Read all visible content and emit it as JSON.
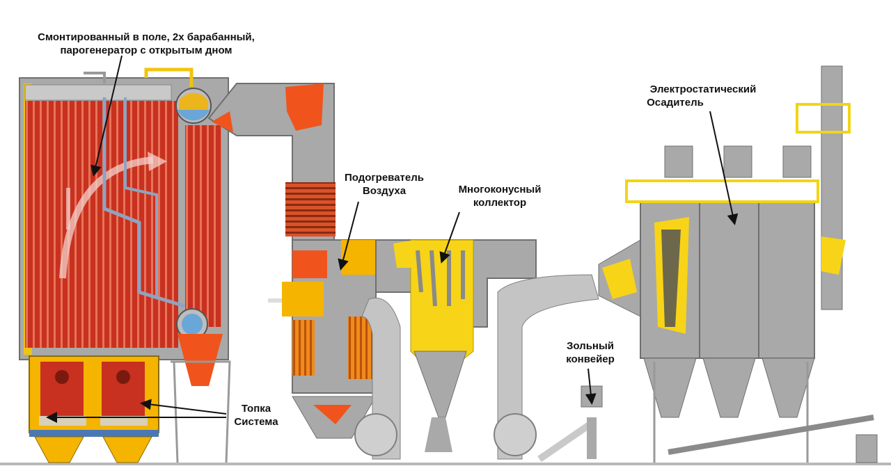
{
  "labels": {
    "boiler_line1": "Смонтированный в поле, 2х барабанный,",
    "boiler_line2": "парогенератор с открытым дном",
    "air_heater_line1": "Подогреватель",
    "air_heater_line2": "Воздуха",
    "multicone_line1": "Многоконусный",
    "multicone_line2": "коллектор",
    "esp_line1": "Электростатический",
    "esp_line2": "Осадитель",
    "ash_line1": "Зольный",
    "ash_line2": "конвейер",
    "furnace_line1": "Топка",
    "furnace_line2": "Система"
  },
  "colors": {
    "steel": "#a9a9a9",
    "steel_dark": "#7f7f7f",
    "boiler_red": "#c8311f",
    "hot_orange": "#f0541c",
    "flame_yellow": "#f7d417",
    "warm_yellow": "#f4b400",
    "water_blue": "#6aa6d8"
  }
}
